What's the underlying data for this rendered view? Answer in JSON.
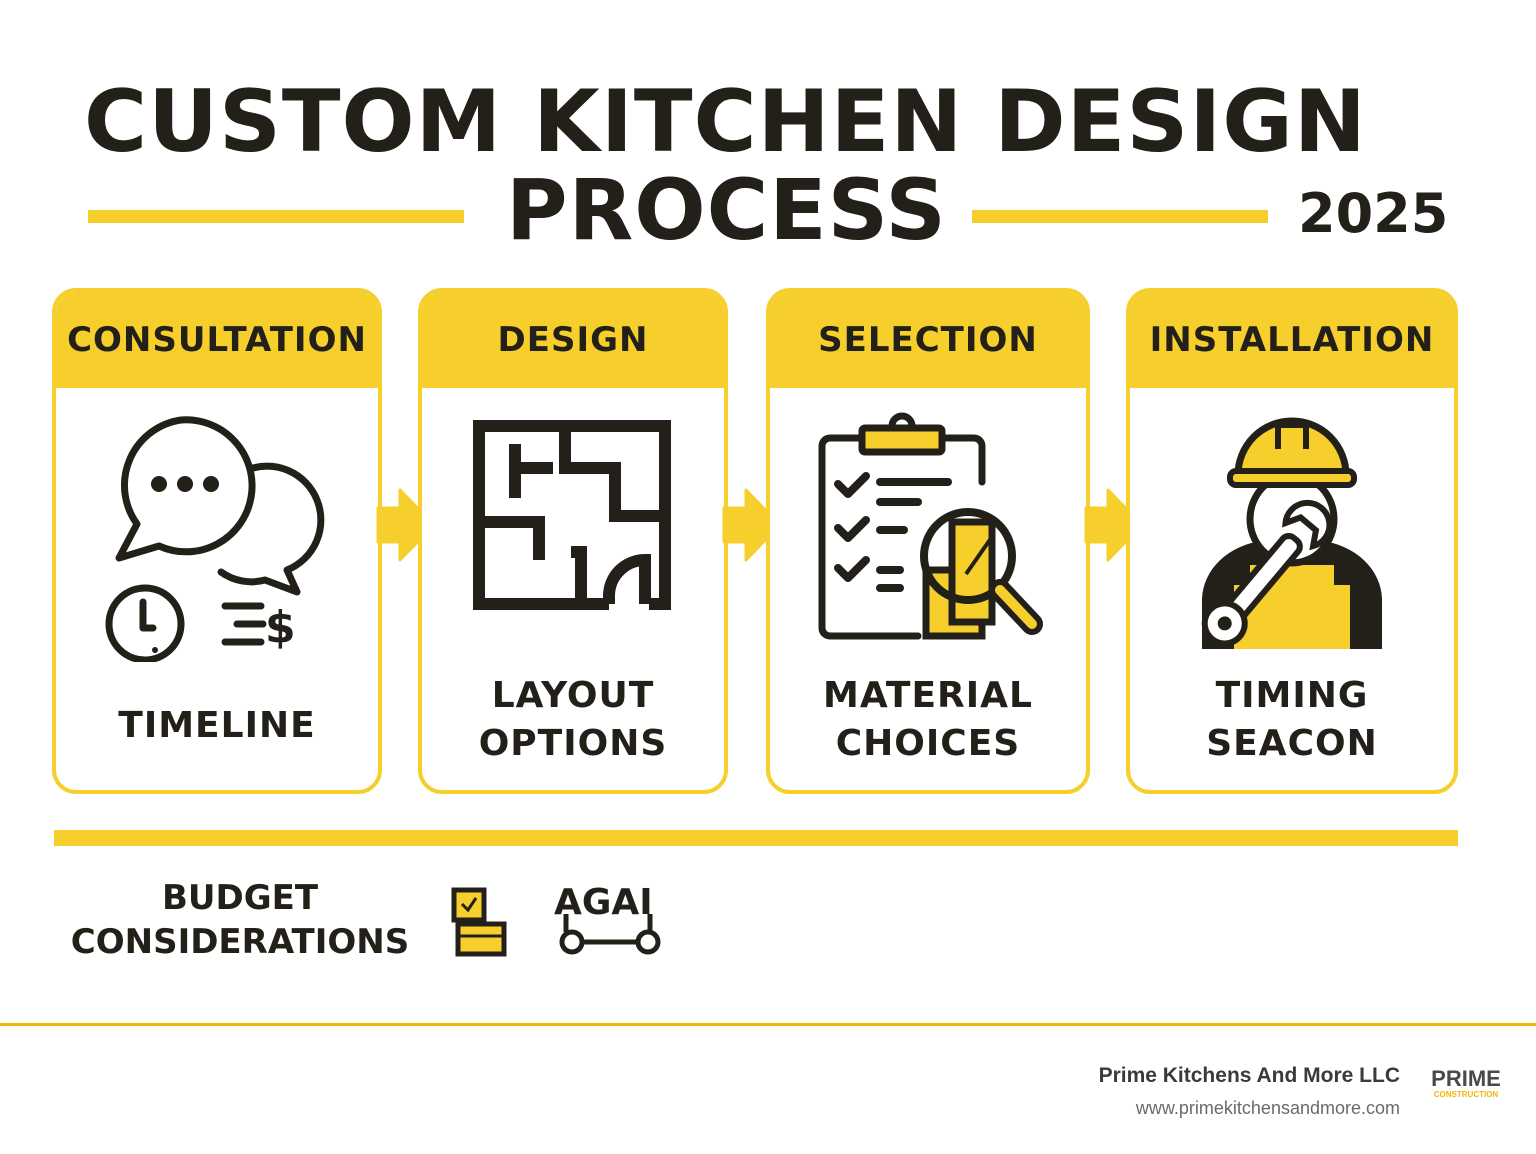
{
  "header": {
    "title_line1": "CUSTOM KITCHEN DESIGN",
    "title_line2": "PROCESS",
    "year": "2025"
  },
  "steps": [
    {
      "title": "CONSULTATION",
      "icon": "chat-bubbles-clock-dollar-icon",
      "label_line1": "TIMELINE",
      "label_line2": ""
    },
    {
      "title": "DESIGN",
      "icon": "floor-plan-icon",
      "label_line1": "LAYOUT",
      "label_line2": "OPTIONS"
    },
    {
      "title": "SELECTION",
      "icon": "clipboard-checklist-magnifier-icon",
      "label_line1": "MATERIAL",
      "label_line2": "CHOICES"
    },
    {
      "title": "INSTALLATION",
      "icon": "worker-wrench-icon",
      "label_line1": "TIMING",
      "label_line2": "SEACON"
    }
  ],
  "connectors": [
    "arrow-right",
    "arrow-right",
    "arrow-right"
  ],
  "budget": {
    "line1": "BUDGET",
    "line2": "CONSIDERATIONS",
    "icon_text": "AGAI"
  },
  "footer": {
    "company": "Prime Kitchens And More LLC",
    "website": "www.primekitchensandmore.com",
    "logo_main": "PRIME",
    "logo_sub": "CONSTRUCTION"
  },
  "colors": {
    "accent_yellow": "#f6cf2c",
    "footer_rule": "#f2b705",
    "text_dark": "#222018"
  }
}
